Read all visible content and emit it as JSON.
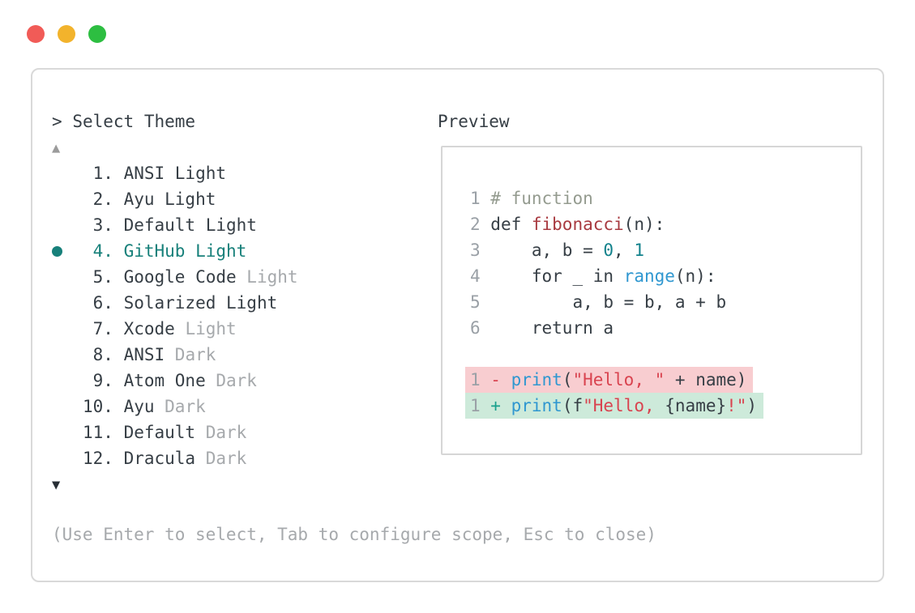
{
  "colors": {
    "accent_teal": "#17807a",
    "text_dark": "#363e45",
    "text_muted": "#a6a9ac",
    "line_number": "#9aa0a6",
    "comment": "#949b8f",
    "function_red": "#a83a40",
    "string_red": "#d9434f",
    "blue": "#2f97d0",
    "number_teal": "#12828c",
    "added_teal": "#18a08c",
    "removed_bg": "#f8cdd0",
    "added_bg": "#cdeada",
    "border": "#d9d9d9",
    "traffic_red": "#f15b57",
    "traffic_yellow": "#f2b32c",
    "traffic_green": "#2dbe41"
  },
  "theme_selector": {
    "prompt": ">",
    "title": "Select Theme",
    "scroll_up_icon": "▲",
    "scroll_down_icon": "▼",
    "items": [
      {
        "number": "1",
        "label": "ANSI Light",
        "muted_suffix": "",
        "selected": false
      },
      {
        "number": "2",
        "label": "Ayu Light",
        "muted_suffix": "",
        "selected": false
      },
      {
        "number": "3",
        "label": "Default Light",
        "muted_suffix": "",
        "selected": false
      },
      {
        "number": "4",
        "label": "GitHub Light",
        "muted_suffix": "",
        "selected": true
      },
      {
        "number": "5",
        "label": "Google Code",
        "muted_suffix": "Light",
        "selected": false
      },
      {
        "number": "6",
        "label": "Solarized Light",
        "muted_suffix": "",
        "selected": false
      },
      {
        "number": "7",
        "label": "Xcode",
        "muted_suffix": "Light",
        "selected": false
      },
      {
        "number": "8",
        "label": "ANSI",
        "muted_suffix": "Dark",
        "selected": false
      },
      {
        "number": "9",
        "label": "Atom One",
        "muted_suffix": "Dark",
        "selected": false
      },
      {
        "number": "10",
        "label": "Ayu",
        "muted_suffix": "Dark",
        "selected": false
      },
      {
        "number": "11",
        "label": "Default",
        "muted_suffix": "Dark",
        "selected": false
      },
      {
        "number": "12",
        "label": "Dracula",
        "muted_suffix": "Dark",
        "selected": false
      }
    ],
    "hint": "(Use Enter to select, Tab to configure scope, Esc to close)"
  },
  "preview": {
    "title": "Preview",
    "code_lines": [
      {
        "num": "1",
        "highlight": "",
        "segments": [
          {
            "text": "# function",
            "style": "comment"
          }
        ]
      },
      {
        "num": "2",
        "highlight": "",
        "segments": [
          {
            "text": "def ",
            "style": "plain"
          },
          {
            "text": "fibonacci",
            "style": "func"
          },
          {
            "text": "(n):",
            "style": "plain"
          }
        ]
      },
      {
        "num": "3",
        "highlight": "",
        "segments": [
          {
            "text": "    a, b = ",
            "style": "plain"
          },
          {
            "text": "0",
            "style": "num"
          },
          {
            "text": ", ",
            "style": "plain"
          },
          {
            "text": "1",
            "style": "num"
          }
        ]
      },
      {
        "num": "4",
        "highlight": "",
        "segments": [
          {
            "text": "    for _ in ",
            "style": "plain"
          },
          {
            "text": "range",
            "style": "blue"
          },
          {
            "text": "(n):",
            "style": "plain"
          }
        ]
      },
      {
        "num": "5",
        "highlight": "",
        "segments": [
          {
            "text": "        a, b = b, a + b",
            "style": "plain"
          }
        ]
      },
      {
        "num": "6",
        "highlight": "",
        "segments": [
          {
            "text": "    return a",
            "style": "plain"
          }
        ]
      },
      {
        "num": "",
        "highlight": "",
        "segments": []
      },
      {
        "num": "1",
        "highlight": "removed",
        "segments": [
          {
            "text": "- ",
            "style": "string"
          },
          {
            "text": "print",
            "style": "blue"
          },
          {
            "text": "(",
            "style": "plain"
          },
          {
            "text": "\"Hello, \"",
            "style": "string"
          },
          {
            "text": " + name)",
            "style": "plain"
          }
        ]
      },
      {
        "num": "1",
        "highlight": "added",
        "segments": [
          {
            "text": "+ ",
            "style": "plus"
          },
          {
            "text": "print",
            "style": "blue"
          },
          {
            "text": "(f",
            "style": "plain"
          },
          {
            "text": "\"Hello, ",
            "style": "string"
          },
          {
            "text": "{name}",
            "style": "plain"
          },
          {
            "text": "!\"",
            "style": "string"
          },
          {
            "text": ")",
            "style": "plain"
          }
        ]
      }
    ]
  }
}
